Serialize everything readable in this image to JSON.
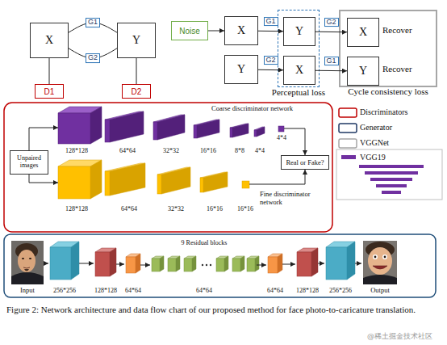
{
  "diagram": {
    "caption": "Figure 2: Network architecture and data flow chart of our proposed method for face photo-to-caricature translation.",
    "nodes": [
      {
        "text": [
          "X"
        ]
      },
      {
        "text": [
          "Y"
        ]
      },
      {
        "text": [
          "D1"
        ]
      },
      {
        "text": [
          "D2"
        ]
      },
      {
        "text": [
          "Noise"
        ]
      },
      {
        "text": [
          "X"
        ]
      },
      {
        "text": [
          "Perceptual loss"
        ]
      },
      {
        "text": [
          "Y"
        ],
        "in": 6
      },
      {
        "text": [
          "X"
        ],
        "in": 6
      },
      {
        "text": [
          "Cycle consistency loss"
        ]
      },
      {
        "text": [
          "X"
        ],
        "in": 9
      },
      {
        "text": [
          "Y"
        ],
        "in": 9
      },
      {
        "text": [
          "Y"
        ]
      },
      {
        "text": [
          "Unpaired images"
        ]
      },
      {
        "text": [
          "Real or Fake?"
        ]
      }
    ],
    "edges": [
      {
        "from": 0,
        "to": 1,
        "label": "G1",
        "arrow": "none"
      },
      {
        "from": 0,
        "to": 1,
        "label": "G2",
        "arrow": "none"
      },
      {
        "from": 0,
        "to": 2,
        "arrow": "none"
      },
      {
        "from": 1,
        "to": 3,
        "arrow": "none"
      },
      {
        "from": 4,
        "to": 5,
        "arrow": "to"
      },
      {
        "from": 5,
        "to": 7,
        "label": "G1",
        "arrow": "to"
      },
      {
        "from": 7,
        "to": 10,
        "label": "G2",
        "arrow": "to"
      },
      {
        "from": 12,
        "to": 8,
        "label": "G2",
        "arrow": "to"
      },
      {
        "from": 8,
        "to": 11,
        "label": "G1",
        "arrow": "to"
      }
    ],
    "labels": [
      "Recover",
      "Recover",
      "128*128",
      "64*64",
      "32*32",
      "16*16",
      "8*8",
      "4*4",
      "4*4",
      "Coarse discriminator network",
      "128*128",
      "64*64",
      "32*32",
      "16*16",
      "16*16",
      "Fine discriminator network",
      "Input",
      "256*256",
      "128*128",
      "64*64",
      "9 Residual blocks",
      "64*64",
      "64*64",
      "128*128",
      "256*256",
      "Output",
      "@稀土掘金技术社区"
    ],
    "legend": [
      {
        "text": "Discriminators"
      },
      {
        "text": "Generator"
      },
      {
        "text": "VGGNet"
      },
      {
        "text": "VGG19",
        "color": "#7030a0"
      }
    ]
  }
}
